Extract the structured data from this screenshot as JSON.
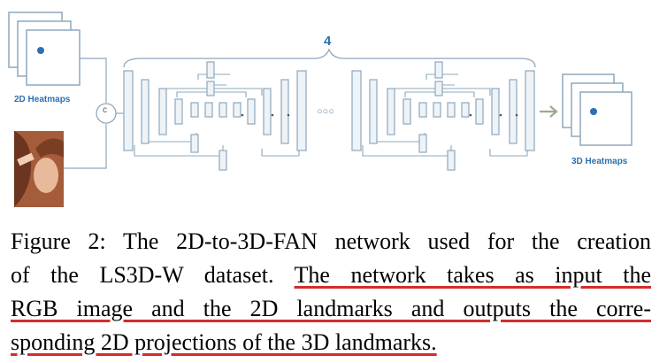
{
  "figure": {
    "input_heatmaps_label": "2D Heatmaps",
    "concat_symbol": "c",
    "stack_count": "4",
    "ellipsis": "○○○",
    "output_heatmaps_label": "3D Heatmaps",
    "colors": {
      "line": "#7fa3bf",
      "block_fill": "#e8eef3",
      "label": "#2f6fb0",
      "dot": "#2f6fb0",
      "arrow": "#9aab8e"
    }
  },
  "caption": {
    "line1": "Figure 2: The 2D-to-3D-FAN network used for the creation",
    "line2_plain": "of the LS3D-W dataset.",
    "line2_underlined": "The network takes as input the",
    "line3": "RGB image and the 2D landmarks and outputs the corre-",
    "line4": "sponding 2D projections of the 3D landmarks.",
    "underline_color": "#d42c2c"
  }
}
